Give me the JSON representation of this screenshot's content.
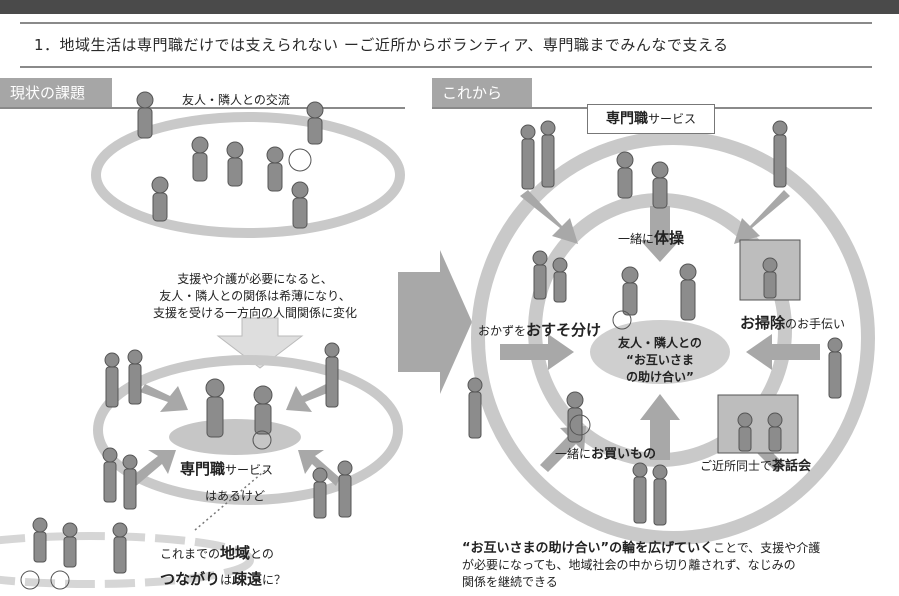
{
  "heading": "1．地域生活は専門職だけでは支えられない ーご近所からボランティア、専門職までみんなで支える",
  "left": {
    "tag": "現状の課題",
    "top_label": "友人・隣人との交流",
    "middle_note": [
      "支援や介護が必要になると、",
      "友人・隣人との関係は希薄になり、",
      "支援を受ける一方向の人間関係に変化"
    ],
    "service_bold": "専門職",
    "service_rest": "サービス",
    "service_sub": "はあるけど",
    "bottom_pre": "これまでの",
    "bottom_bold1": "地域",
    "bottom_mid": "との",
    "bottom_bold2": "つながり",
    "bottom_mid2": "は",
    "bottom_bold3": "疎遠",
    "bottom_end": "に？"
  },
  "right": {
    "tag": "これから",
    "service_bold": "専門職",
    "service_rest": "サービス",
    "center_text": [
      "友人・隣人との",
      "“お互いさま",
      "の助け合い”"
    ],
    "exercise_pre": "一緒に",
    "exercise_bold": "体操",
    "share_pre": "おかずを",
    "share_bold": "おすそ分け",
    "clean_bold": "お掃除",
    "clean_rest": "のお手伝い",
    "shop_pre": "一緒に",
    "shop_bold": "お買いもの",
    "tea_pre": "ご近所同士で",
    "tea_bold": "茶話会",
    "conclusion_bold": "“お互いさまの助け合い”の輪を広げていく",
    "conclusion_rest1": "ことで、支援や介護",
    "conclusion_line2": "が必要になっても、地域社会の中から切り離されず、なじみの",
    "conclusion_line3": "関係を継続できる"
  },
  "colors": {
    "ring": "#c9c9c9",
    "tag": "#a6a6a6",
    "arrow": "#a8a8a8",
    "center": "#cfcfcf"
  }
}
